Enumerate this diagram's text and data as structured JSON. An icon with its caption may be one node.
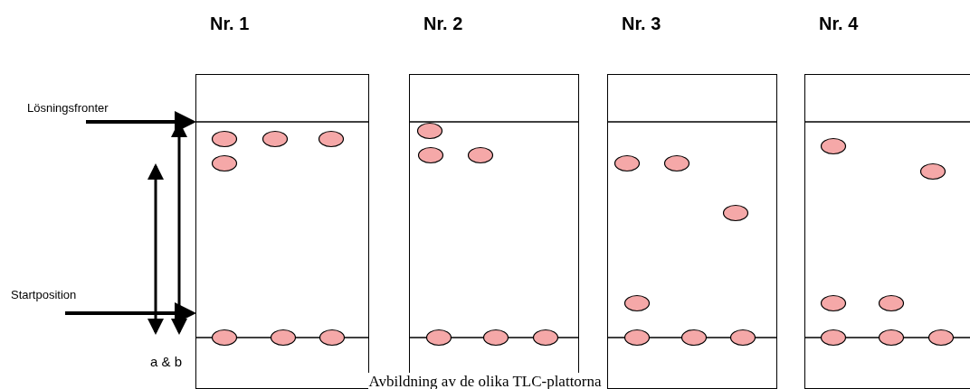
{
  "diagram": {
    "caption": "Avbildning av de olika TLC-plattorna",
    "nodes": [
      {
        "text": [
          "Lösningsfronter"
        ]
      },
      {
        "text": [
          "Startposition"
        ]
      },
      {
        "text": [
          "Nr. 1"
        ]
      },
      {
        "text": [
          "Nr. 2"
        ]
      },
      {
        "text": [
          "Nr. 3"
        ]
      },
      {
        "text": [
          "Nr. 4"
        ]
      }
    ],
    "edges": [
      {
        "from": 0,
        "to": 2,
        "arrow": "to"
      },
      {
        "from": 1,
        "to": 2,
        "arrow": "to"
      }
    ],
    "labels": [
      "a & b"
    ]
  }
}
